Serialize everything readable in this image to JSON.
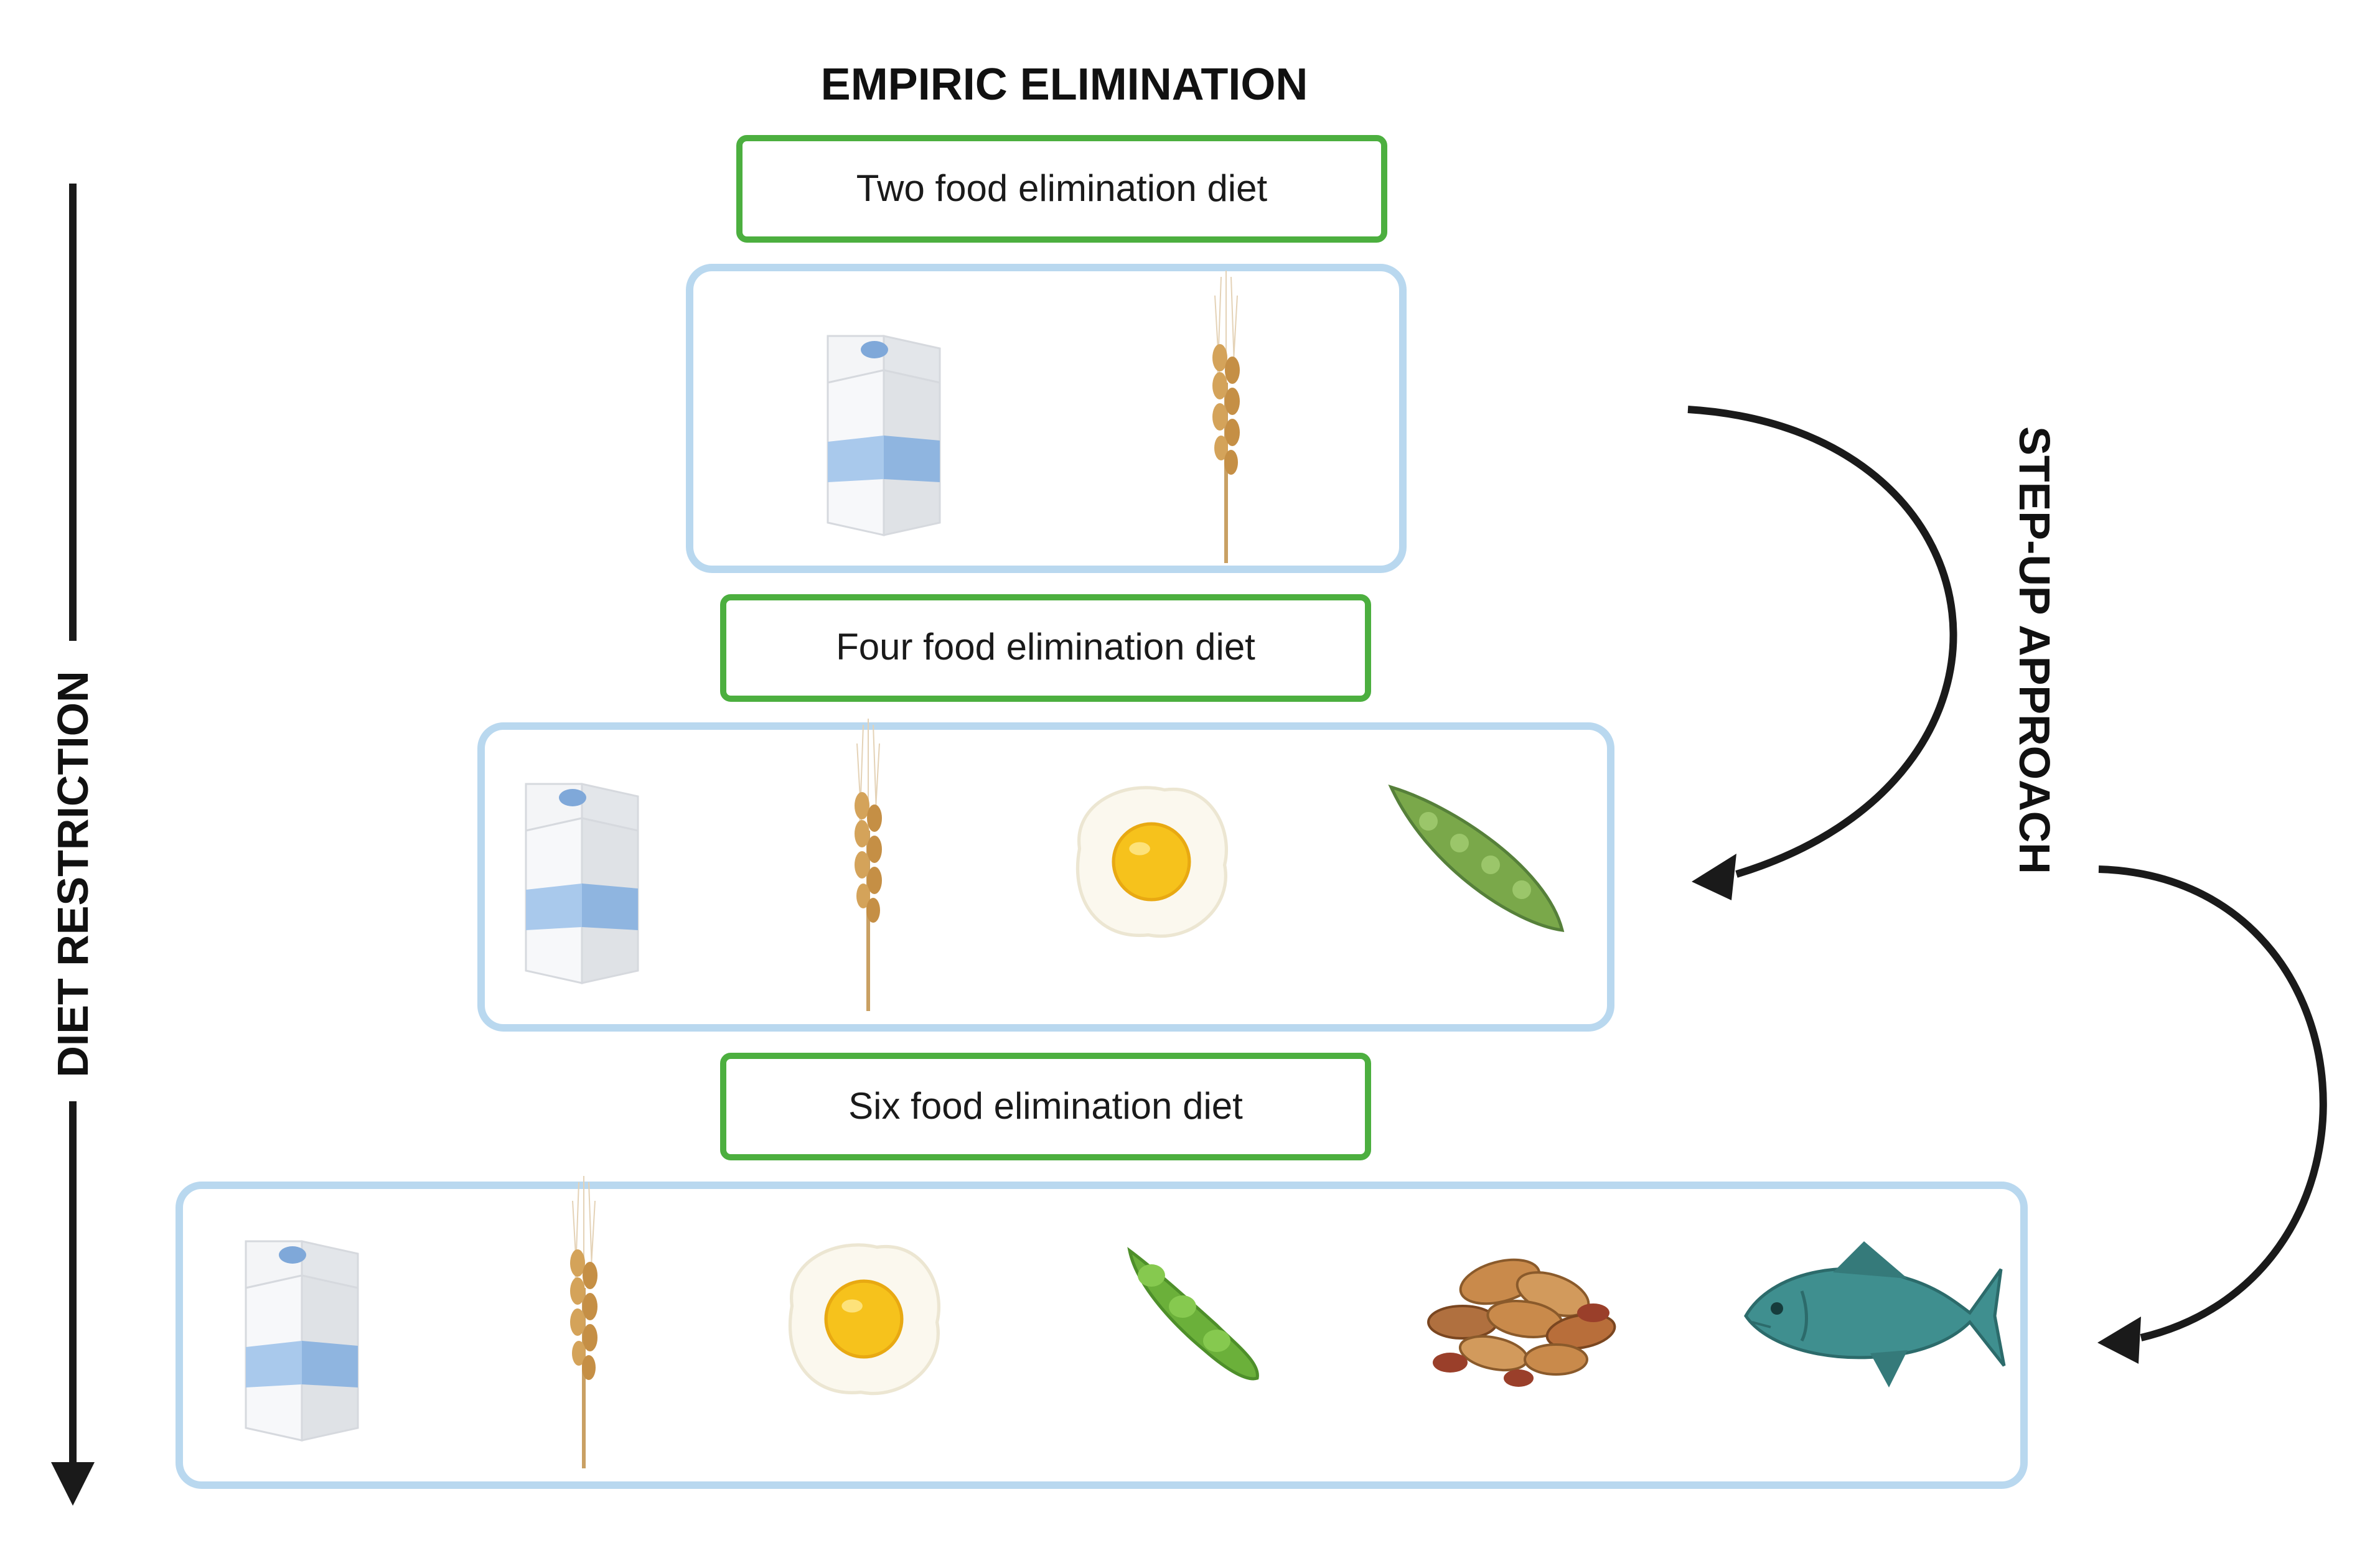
{
  "title": "EMPIRIC ELIMINATION",
  "left_axis_label": "DIET RESTRICTION",
  "right_axis_label": "STEP-UP APPROACH",
  "tiers": [
    {
      "label": "Two food elimination diet",
      "foods": [
        "milk-icon",
        "wheat-icon"
      ]
    },
    {
      "label": "Four food elimination diet",
      "foods": [
        "milk-icon",
        "wheat-icon",
        "egg-icon",
        "legume-icon"
      ]
    },
    {
      "label": "Six food elimination diet",
      "foods": [
        "milk-icon",
        "wheat-icon",
        "egg-icon",
        "soy-icon",
        "nuts-icon",
        "fish-icon"
      ]
    }
  ],
  "colors": {
    "label_border": "#4caf3f",
    "food_border": "#b9d8ef",
    "arrow": "#1a1a1a",
    "milk_band": "#a9c9ec",
    "wheat": "#c9a063",
    "egg_yolk": "#f6c21c",
    "pea_green": "#7aa84a",
    "soy_green": "#6bb03a",
    "peanut": "#b0703f",
    "fish": "#3f8f8f"
  }
}
